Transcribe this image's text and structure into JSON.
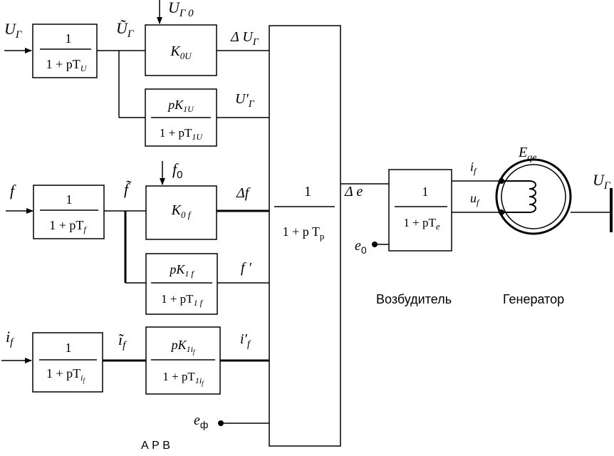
{
  "labels": {
    "in_u": "U",
    "in_u_sub": "Г",
    "in_f": "f",
    "in_if": "i",
    "in_if_sub": "f",
    "u_tilde": "Ũ",
    "u_tilde_sub": "Г",
    "f_tilde": "f̃",
    "if_tilde": "ĩ",
    "if_tilde_sub": "f",
    "u_ref": "U",
    "u_ref_sub": "Г 0",
    "f_ref": "f",
    "f_ref_sub": "0",
    "delta_u": "Δ U",
    "delta_u_sub": "Г",
    "u_prime": "U′",
    "u_prime_sub": "Г",
    "delta_f": "Δf",
    "f_prime": "f ′",
    "if_prime": "i′",
    "if_prime_sub": "f",
    "e_phi": "e",
    "e_phi_sub": "ф",
    "delta_e": "Δ e",
    "e0": "e",
    "e0_sub": "0",
    "i_f_out": "i",
    "i_f_out_sub": "f",
    "u_f": "u",
    "u_f_sub": "f",
    "eqe": "E",
    "eqe_sub": "qe",
    "out_u": "U",
    "out_u_sub": "Г"
  },
  "blocks": {
    "filter_u": {
      "num": "1",
      "den": "1 + pT",
      "den_sub": "U"
    },
    "gain_k0u": {
      "text": "K",
      "sub": "0U"
    },
    "deriv_u": {
      "num": "pK",
      "num_sub": "1U",
      "den": "1 + pT",
      "den_sub": "1U"
    },
    "filter_f": {
      "num": "1",
      "den": "1 + pT",
      "den_sub": "f"
    },
    "gain_k0f": {
      "text": "K",
      "sub": "0 f"
    },
    "deriv_f": {
      "num": "pK",
      "num_sub": "1 f",
      "den": "1 + pT",
      "den_sub": "1 f"
    },
    "filter_if": {
      "num": "1",
      "den": "1 + pT",
      "den_sub": "i",
      "den_subsub": "f"
    },
    "deriv_if": {
      "num": "pK",
      "num_sub": "1i",
      "num_subsub": "f",
      "den": "1 + pT",
      "den_sub": "1i",
      "den_subsub": "f"
    },
    "regulator": {
      "num": "1",
      "den": "1 + p T",
      "den_sub": "p"
    },
    "exciter": {
      "num": "1",
      "den": "1 + pT",
      "den_sub": "e"
    }
  },
  "captions": {
    "exciter": "Возбудитель",
    "generator": "Генератор",
    "arv": "А Р В"
  }
}
